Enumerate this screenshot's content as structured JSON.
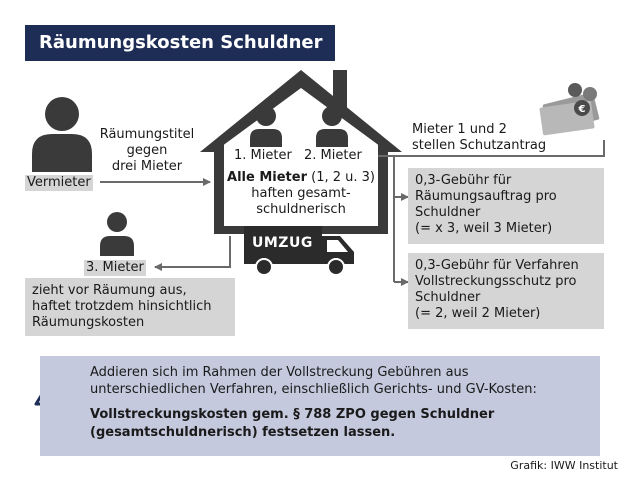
{
  "title": "Räumungskosten Schuldner",
  "landlord": {
    "label": "Vermieter",
    "arrow_text": [
      "Räumungstitel",
      "gegen",
      "drei Mieter"
    ]
  },
  "house": {
    "tenant_1": "1. Mieter",
    "tenant_2": "2. Mieter",
    "liability_bold": "Alle Mieter",
    "liability_rest": " (1, 2 u. 3)",
    "liability_line2": "haften gesamt-",
    "liability_line3": "schuldnerisch"
  },
  "truck": {
    "label": "UMZUG"
  },
  "tenant_3": {
    "label": "3. Mieter",
    "note": [
      "zieht vor Räumung aus,",
      "haftet trotzdem hinsichtlich",
      "Räumungskosten"
    ]
  },
  "protection": {
    "text": [
      "Mieter 1 und 2",
      "stellen Schutzantrag"
    ]
  },
  "fee_boxes": [
    {
      "lines": [
        "0,3-Gebühr für",
        "Räumungsauftrag pro",
        "Schuldner",
        "(= x 3, weil 3 Mieter)"
      ]
    },
    {
      "lines": [
        "0,3-Gebühr für Verfahren",
        "Vollstreckungsschutz pro",
        "Schuldner",
        "(= 2, weil 2 Mieter)"
      ]
    }
  ],
  "notice": {
    "line1": "Addieren sich im Rahmen der Vollstreckung Gebühren aus",
    "line2": "unterschiedlichen Verfahren, einschließlich Gerichts- und GV-Kosten:",
    "bold1": "Vollstreckungskosten gem. § 788 ZPO gegen Schuldner",
    "bold2": "(gesamtschuldnerisch) festsetzen lassen."
  },
  "source": "Grafik: IWW Institut",
  "colors": {
    "title_bg": "#1e2d55",
    "person": "#3a3a3a",
    "gray_box": "#d5d5d5",
    "notice_bg": "#c4c9dd",
    "line": "#6a6a6a",
    "truck": "#2b2b2b"
  }
}
